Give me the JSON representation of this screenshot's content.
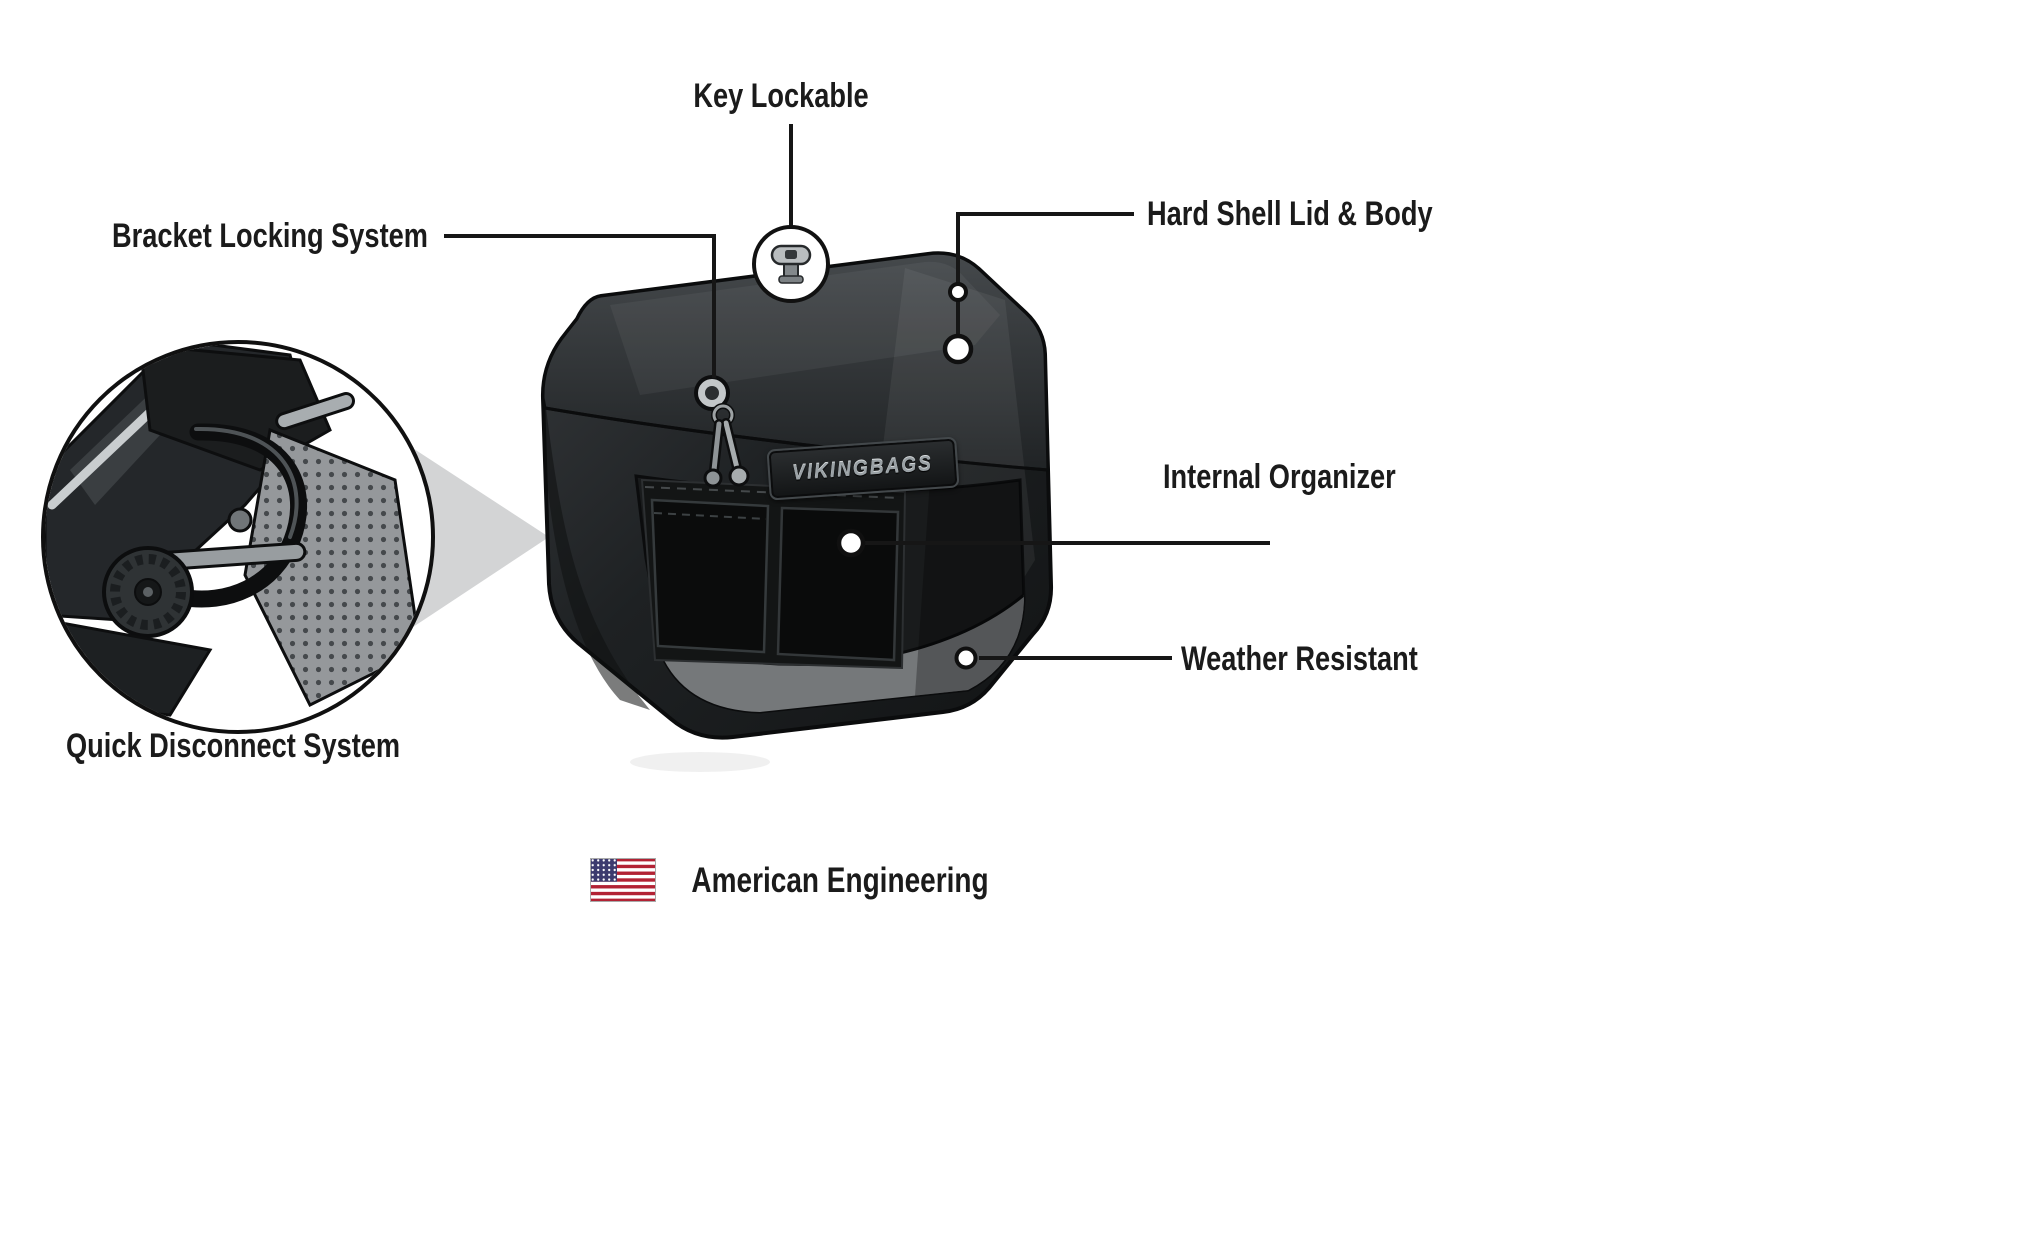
{
  "diagram": {
    "callouts": {
      "key_lockable": {
        "label": "Key Lockable"
      },
      "bracket_locking_system": {
        "label": "Bracket Locking System"
      },
      "hard_shell_lid_body": {
        "label": "Hard Shell Lid & Body"
      },
      "internal_organizer": {
        "label": "Internal Organizer"
      },
      "weather_resistant": {
        "label": "Weather Resistant"
      },
      "quick_disconnect_system": {
        "label": "Quick Disconnect System"
      }
    },
    "product": {
      "brand_badge": "VIKINGBAGS"
    },
    "footer": {
      "label": "American Engineering",
      "flag_icon": "us-flag-icon"
    },
    "icons": {
      "key": "key-icon",
      "lock": "lock-keyhole-icon",
      "keys": "keys-icon"
    },
    "colors": {
      "text": "#1b1b1b",
      "line": "#161616",
      "bag_dark": "#1e2123",
      "wedge_gray": "#d3d4d5",
      "flag_red": "#B22234",
      "flag_blue": "#3C3B6E"
    }
  }
}
